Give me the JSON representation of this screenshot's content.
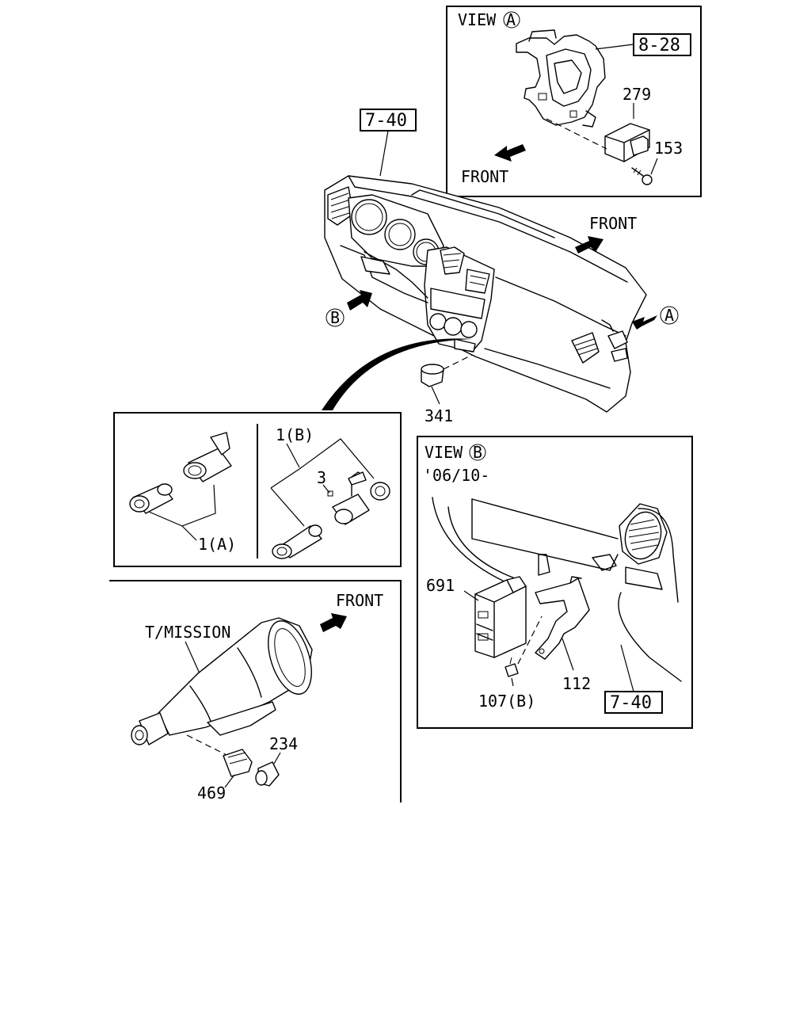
{
  "main": {
    "ref_dashboard": "7-40",
    "front_label": "FRONT",
    "view_a_marker": "A",
    "view_b_marker": "B",
    "part_341": "341"
  },
  "view_a": {
    "prefix": "VIEW",
    "marker": "A",
    "ref_bracket": "8-28",
    "part_279": "279",
    "part_153": "153",
    "front_label": "FRONT"
  },
  "lighter_panel": {
    "part_1a": "1(A)",
    "part_1b": "1(B)",
    "part_3": "3"
  },
  "transmission_panel": {
    "tmission_label": "T/MISSION",
    "front_label": "FRONT",
    "part_234": "234",
    "part_469": "469"
  },
  "view_b": {
    "prefix": "VIEW",
    "marker": "B",
    "date_note": "'06/10-",
    "part_691": "691",
    "part_107b": "107(B)",
    "part_112": "112",
    "ref_dashboard": "7-40"
  }
}
